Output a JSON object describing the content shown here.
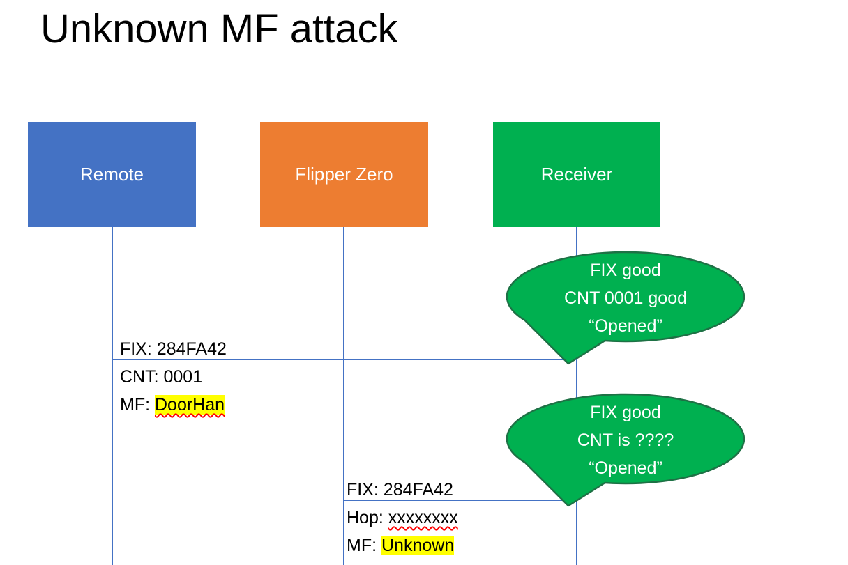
{
  "title": "Unknown MF attack",
  "actors": [
    {
      "label": "Remote",
      "color": "#4472C4"
    },
    {
      "label": "Flipper Zero",
      "color": "#ED7D31"
    },
    {
      "label": "Receiver",
      "color": "#00B050"
    }
  ],
  "messages": [
    {
      "from": "Remote",
      "to": "Receiver",
      "lines": [
        {
          "prefix": "FIX: ",
          "value": "284FA42"
        },
        {
          "prefix": "CNT: ",
          "value": "0001"
        },
        {
          "prefix": "MF: ",
          "value": "DoorHan"
        }
      ]
    },
    {
      "from": "Flipper Zero",
      "to": "Receiver",
      "lines": [
        {
          "prefix": "FIX: ",
          "value": "284FA42"
        },
        {
          "prefix": "Hop: ",
          "value": "xxxxxxxx"
        },
        {
          "prefix": "MF: ",
          "value": "Unknown"
        }
      ]
    }
  ],
  "callouts": [
    {
      "lines": [
        "FIX good",
        "CNT 0001 good",
        "“Opened”"
      ]
    },
    {
      "lines": [
        "FIX good",
        "CNT is ????",
        "“Opened”"
      ]
    }
  ],
  "colors": {
    "remote": "#4472C4",
    "flipper": "#ED7D31",
    "receiver": "#00B050",
    "line": "#4472C4",
    "callout_fill": "#00B050",
    "callout_stroke": "#1E7145",
    "highlight": "#FFFF00",
    "squiggle": "#FF0000"
  }
}
